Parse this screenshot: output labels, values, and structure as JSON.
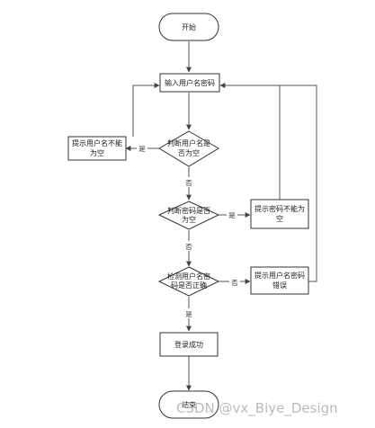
{
  "nodes": {
    "start": "开始",
    "input": "输入用户名密码",
    "check_user_1": "判断用户名是",
    "check_user_2": "否为空",
    "warn_user_1": "提示用户名不能",
    "warn_user_2": "为空",
    "check_pass_1": "判断密码是否",
    "check_pass_2": "为空",
    "warn_pass_1": "提示密码不能为",
    "warn_pass_2": "空",
    "verify_1": "检测用户名密",
    "verify_2": "码是否正确",
    "error_1": "提示用户名密码",
    "error_2": "错误",
    "success": "登录成功",
    "end": "结束"
  },
  "edges": {
    "yes_1": "是",
    "no_1": "否",
    "yes_2": "是",
    "no_2": "否",
    "no_3": "否",
    "yes_3": "是"
  },
  "watermark": "CSDN @vx_Biye_Design"
}
